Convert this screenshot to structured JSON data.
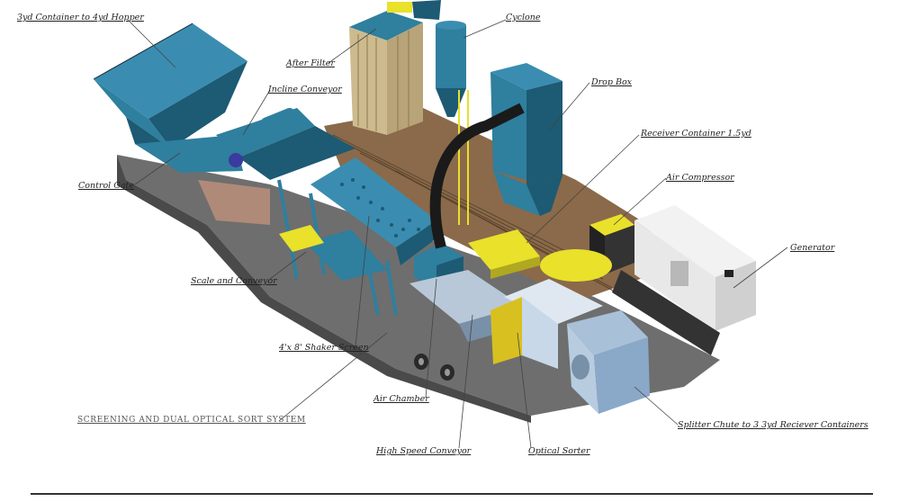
{
  "labels": {
    "hopper": "3yd Container to 4yd Hopper",
    "after_filter": "After Filter",
    "cyclone": "Cyclone",
    "incline_conveyor": "Incline Conveyor",
    "drop_box": "Drop Box",
    "receiver_container": "Receiver Container 1.5yd",
    "control_gate": "Control Gate",
    "air_compressor": "Air Compressor",
    "generator": "Generator",
    "scale_conveyor": "Scale and Conveyor",
    "shaker_screen": "4'x 8' Shaker Screen",
    "air_chamber": "Air Chamber",
    "splitter_chute": "Splitter Chute to 3 3yd Reciever Containers",
    "high_speed_conveyor": "High Speed Conveyor",
    "optical_sorter": "Optical Sorter"
  },
  "caption": "SCREENING AND DUAL OPTICAL SORT SYSTEM",
  "colors": {
    "steel_blue": "#2f7f9e",
    "steel_dark": "#1d5a73",
    "platform": "#6e6e6e",
    "platform_dark": "#4a4a4a",
    "deck_wood": "#8a6a4a",
    "filter_bags": "#cdbb8e",
    "yellow": "#e9e12a",
    "sorter_panel": "#c8d8e8",
    "generator_white": "#e8e8e8"
  }
}
